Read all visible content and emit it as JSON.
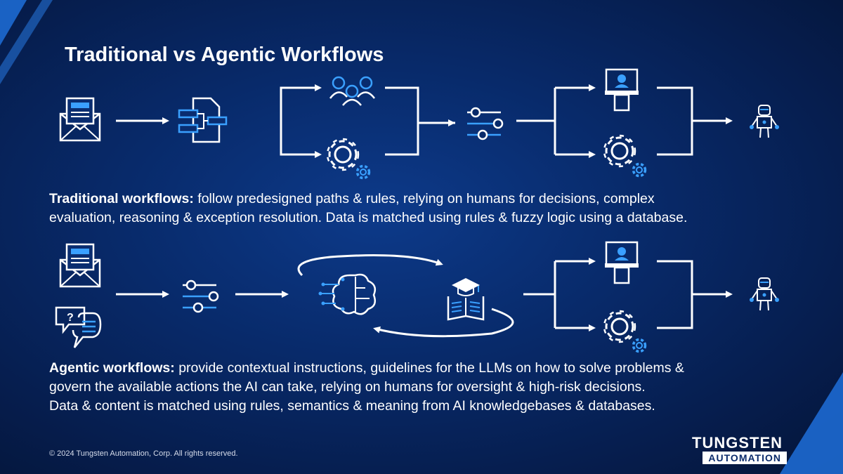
{
  "title": "Traditional vs Agentic Workflows",
  "traditional": {
    "label": "Traditional workflows:",
    "line1": " follow predesigned paths & rules, relying on humans for decisions, complex",
    "line2": "evaluation, reasoning & exception resolution. Data is matched using rules & fuzzy logic using a database."
  },
  "agentic": {
    "label": "Agentic workflows:",
    "line1": " provide contextual instructions, guidelines for the LLMs on how to solve problems &",
    "line2": "govern the available actions the AI can take, relying on humans for oversight & high-risk decisions.",
    "line3": "Data & content is matched using rules, semantics & meaning from AI knowledgebases & databases."
  },
  "footer": {
    "copyright": "© 2024 Tungsten Automation, Corp. All rights reserved.",
    "logo_top": "TUNGSTEN",
    "logo_bottom": "AUTOMATION"
  },
  "colors": {
    "accent": "#3aa0ff",
    "background": "#082a6a",
    "stroke": "#ffffff"
  }
}
